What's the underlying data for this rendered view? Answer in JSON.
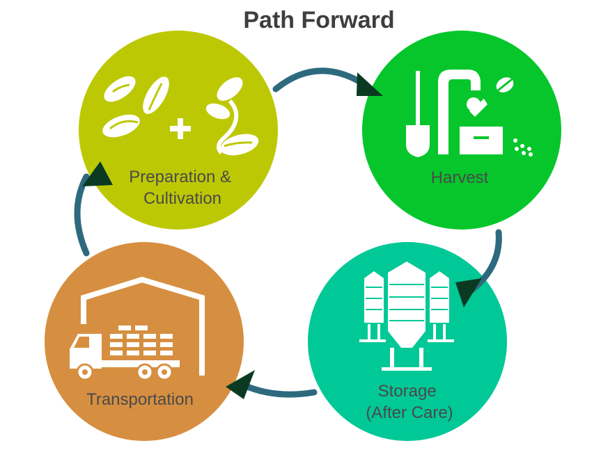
{
  "title": "Path Forward",
  "stages": [
    {
      "label_lines": [
        "Preparation &",
        "Cultivation"
      ],
      "color": "#bdc805",
      "icon": "leaves-plus-sprout-icon"
    },
    {
      "label_lines": [
        "Harvest"
      ],
      "color": "#06c62b",
      "icon": "farmer-shovel-crate-icon"
    },
    {
      "label_lines": [
        "Storage",
        "(After Care)"
      ],
      "color": "#00c896",
      "icon": "grain-silos-icon"
    },
    {
      "label_lines": [
        "Transportation"
      ],
      "color": "#d68f40",
      "icon": "warehouse-truck-icon"
    }
  ],
  "colors": {
    "arrow": "#2e6a7e",
    "arrow_head": "#0b3a22",
    "icon": "#ffffff",
    "title": "#3e3e3e"
  }
}
